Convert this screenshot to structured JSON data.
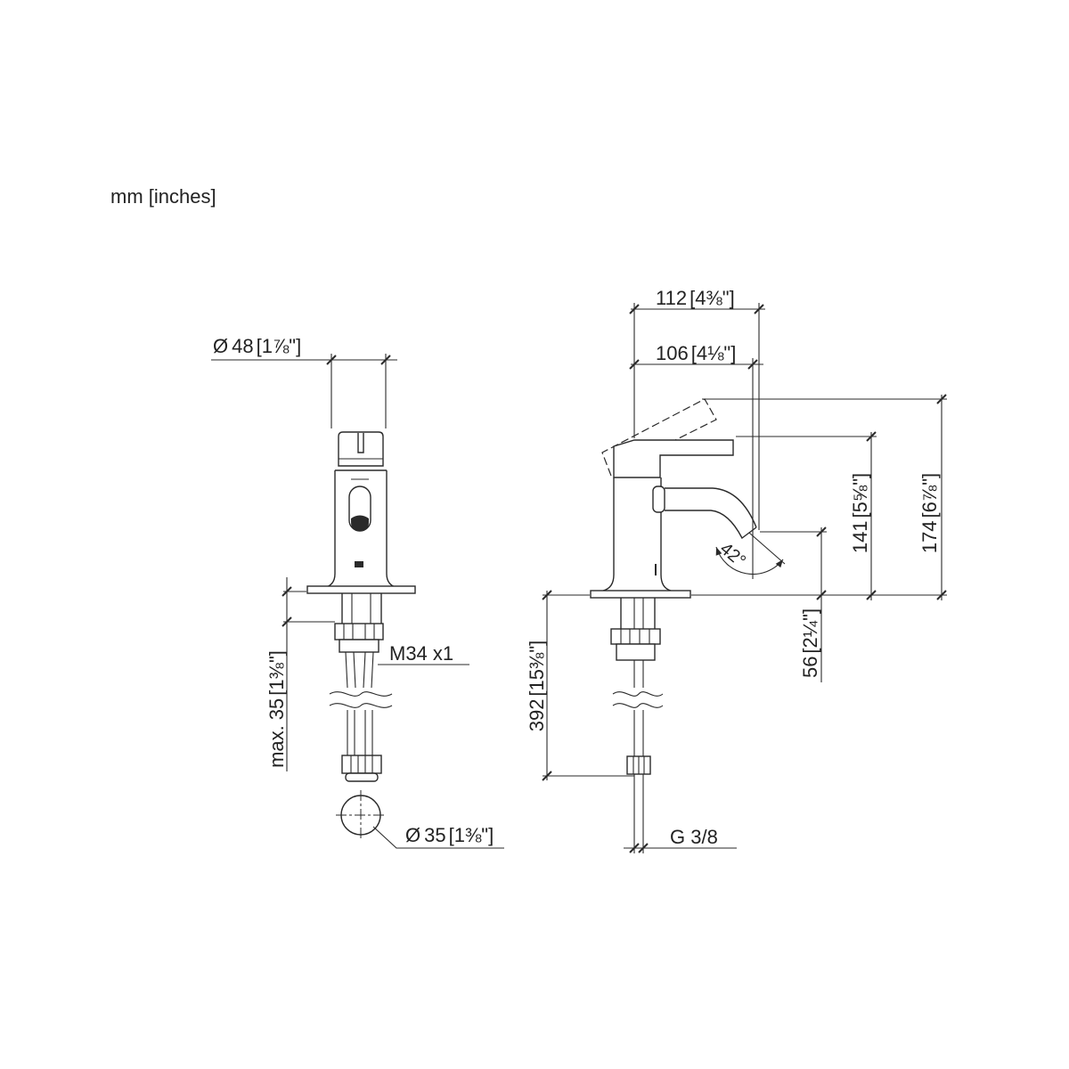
{
  "units_note": "mm [inches]",
  "front_view": {
    "body_diameter": {
      "symbol": "Ø",
      "mm": "48",
      "inch": "[1⅞\"]"
    },
    "thread": "M34 x1",
    "counter_thickness": {
      "prefix": "max.",
      "mm": "35",
      "inch": "[1⅜\"]"
    },
    "hole_diameter": {
      "symbol": "Ø",
      "mm": "35",
      "inch": "[1⅜\"]"
    }
  },
  "side_view": {
    "projection_overall": {
      "mm": "112",
      "inch": "[4⅜\"]"
    },
    "projection_outlet": {
      "mm": "106",
      "inch": "[4⅛\"]"
    },
    "height_lever_open": {
      "mm": "174",
      "inch": "[6⅞\"]"
    },
    "height_lever": {
      "mm": "141",
      "inch": "[5⅝\"]"
    },
    "height_outlet": {
      "mm": "56",
      "inch": "[2¼\"]"
    },
    "hose_length": {
      "mm": "392",
      "inch": "[15⅜\"]"
    },
    "outlet_angle": "42°",
    "connection_thread": "G 3/8"
  },
  "colors": {
    "line": "#2a2a2a",
    "background": "#ffffff"
  }
}
